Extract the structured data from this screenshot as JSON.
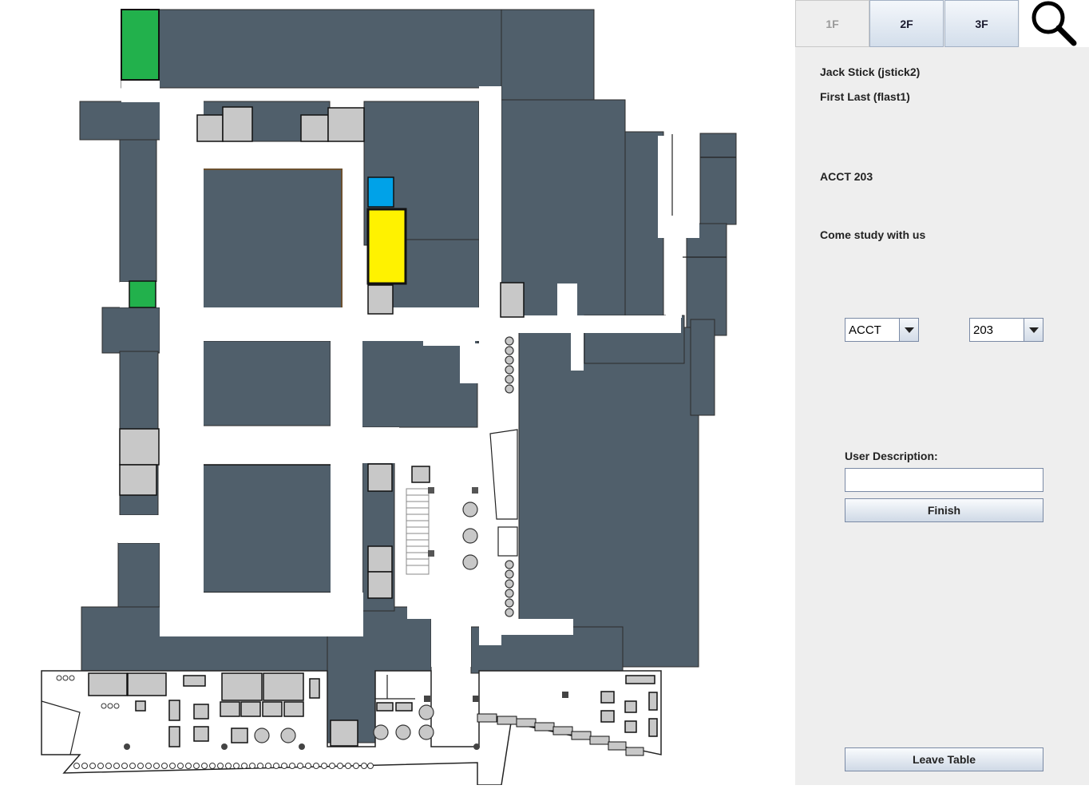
{
  "floor_tabs": [
    {
      "label": "1F",
      "enabled": false
    },
    {
      "label": "2F",
      "enabled": true
    },
    {
      "label": "3F",
      "enabled": true
    }
  ],
  "search": {
    "icon": "magnifier-icon"
  },
  "table_info": {
    "members": [
      "Jack Stick (jstick2)",
      "First Last (flast1)"
    ],
    "course": "ACCT 203",
    "message": "Come study with us"
  },
  "selectors": {
    "department": "ACCT",
    "course_number": "203"
  },
  "description": {
    "label": "User Description:",
    "value": "",
    "placeholder": ""
  },
  "buttons": {
    "finish": "Finish",
    "leave": "Leave Table"
  },
  "map": {
    "name": "floor plan",
    "colors": {
      "wall": "#505f6b",
      "table": "#c8c8c8",
      "available_table": "#22b14c",
      "selected_table": "#fff200",
      "marker": "#00a2e8"
    }
  }
}
